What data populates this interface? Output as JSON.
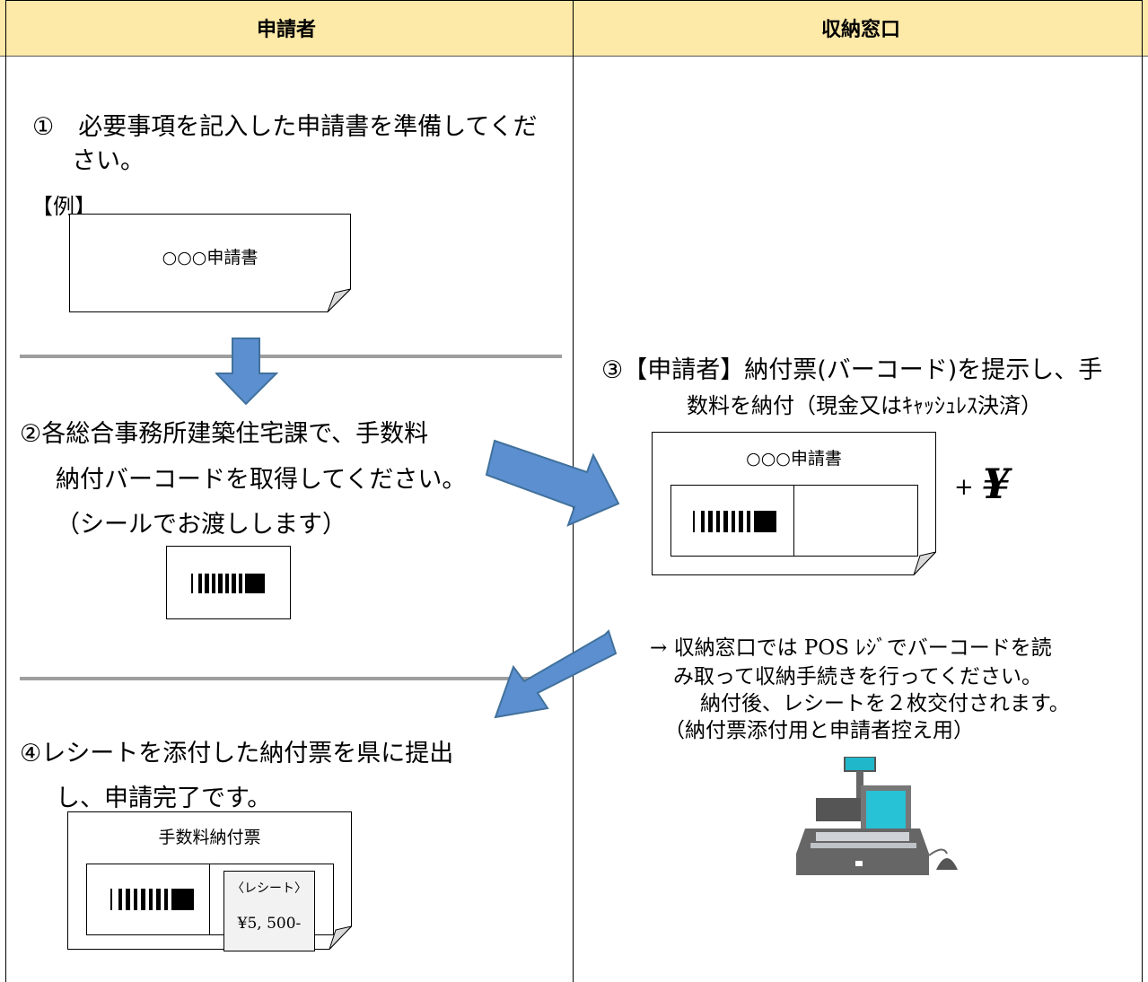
{
  "header": {
    "applicant": "申請者",
    "window": "収納窓口"
  },
  "step1": {
    "line1": "①　必要事項を記入した申請書を準備してくだ",
    "line2": "さい。",
    "example_label": "【例】",
    "doc_title": "○○○申請書"
  },
  "step2": {
    "line1": "②各総合事務所建築住宅課で、手数料",
    "line2": "納付バーコードを取得してください。",
    "line3": "（シールでお渡しします）"
  },
  "step3": {
    "line1": "③【申請者】納付票(バーコード)を提示し、手",
    "line2": "数料を納付（現金又はｷｬｯｼｭﾚｽ決済）",
    "doc_title": "○○○申請書",
    "plus": "+",
    "yen": "¥",
    "note1": "→ 収納窓口では POS ﾚｼﾞでバーコードを読",
    "note2": "み取って収納手続きを行ってください。",
    "note3": "納付後、レシートを２枚交付されます。",
    "note4": "（納付票添付用と申請者控え用）"
  },
  "step4": {
    "line1": "④レシートを添付した納付票を県に提出",
    "line2": "し、申請完了です。",
    "doc_title": "手数料納付票",
    "receipt_label": "〈レシート〉",
    "receipt_amount": "¥5, 500-"
  },
  "colors": {
    "header_bg": "#fde9a8",
    "arrow_fill": "#5b8fd0",
    "arrow_stroke": "#41719c",
    "separator": "#9e9e9e"
  },
  "icons": [
    "barcode-icon",
    "pos-register-icon",
    "yen-icon",
    "flow-arrow-icon"
  ]
}
